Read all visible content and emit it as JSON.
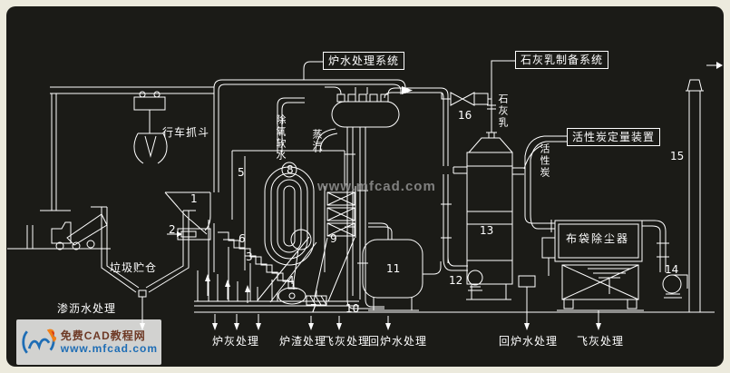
{
  "colors": {
    "frame": "#eceadd",
    "canvas": "#1b1b17",
    "line": "#ffffff",
    "watermark_gray": "#9a9a9a",
    "logo_name_color": "#6e3a26",
    "logo_url_color": "#1e6db5",
    "logo_flame_orange": "#f08019",
    "logo_swoosh_blue": "#1e6db5"
  },
  "watermark": "www.mfcad.com",
  "logo": {
    "name": "免费CAD教程网",
    "url": "www.mfcad.com"
  },
  "boxed_labels": {
    "boiler_water_system": "炉水处理系统",
    "lime_milk_prep_system": "石灰乳制备系统",
    "activated_carbon_doser": "活性炭定量装置"
  },
  "labels": {
    "crane_grab": "行车抓斗",
    "waste_bunker": "垃圾贮仓",
    "leachate_treatment": "渗沥水处理",
    "furnace_ash_treatment": "炉灰处理",
    "slag_treatment": "炉渣处理",
    "fly_ash_treatment_left": "飞灰处理",
    "return_boiler_water_left": "回炉水处理",
    "return_boiler_water_right": "回炉水处理",
    "fly_ash_treatment_right": "飞灰处理",
    "bag_filter": "布袋除尘器"
  },
  "vertical_labels": {
    "deaerated_soft_water": "除氧软水",
    "steam": "蒸汽",
    "lime_milk": "石灰乳",
    "activated_carbon": "活性炭"
  },
  "callouts": [
    "1",
    "2",
    "3",
    "4",
    "5",
    "6",
    "7",
    "8",
    "9",
    "10",
    "11",
    "12",
    "13",
    "14",
    "15",
    "16"
  ]
}
